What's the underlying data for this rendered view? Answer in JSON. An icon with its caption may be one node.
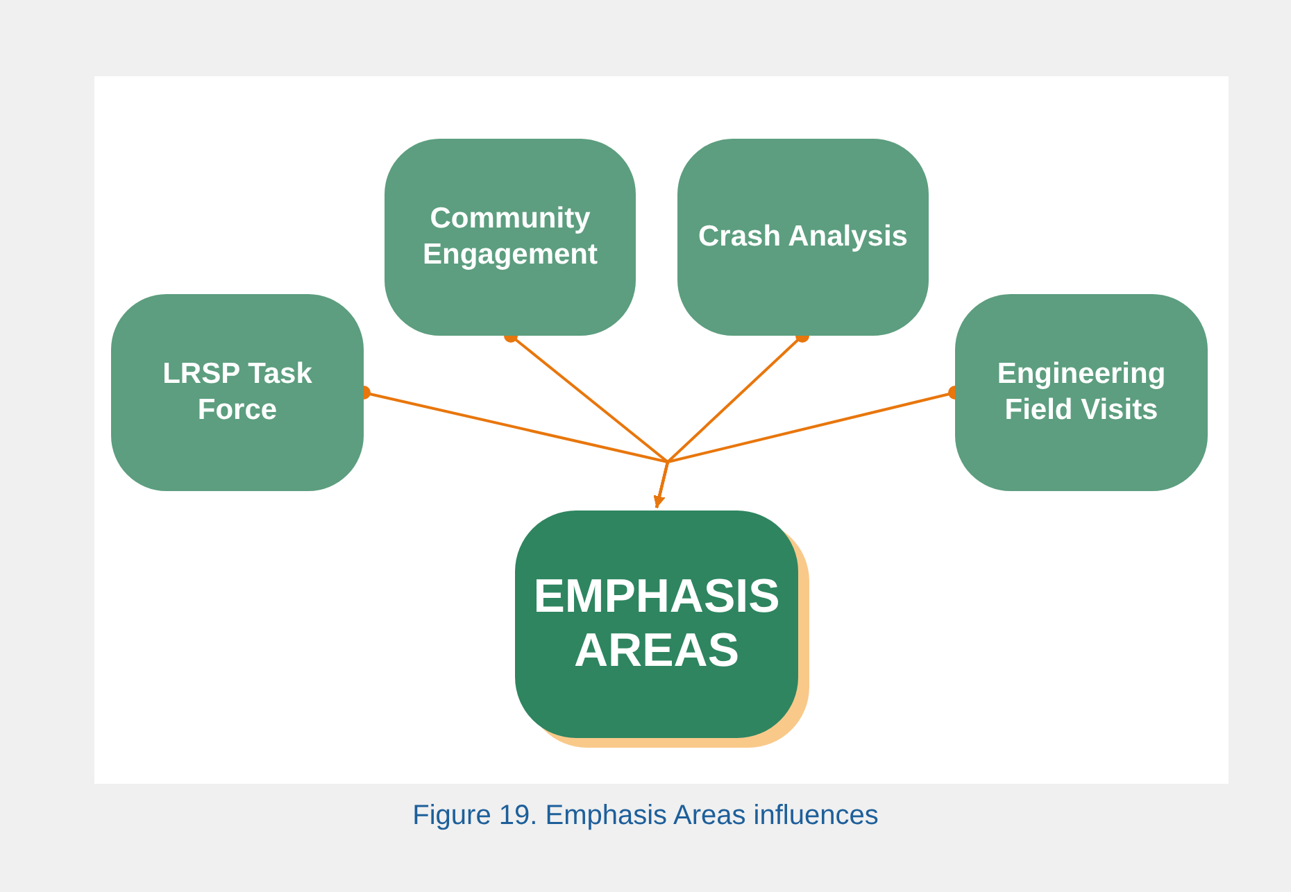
{
  "diagram": {
    "caption": "Figure 19. Emphasis Areas influences",
    "nodes": [
      {
        "text": [
          "LRSP Task Force"
        ]
      },
      {
        "text": [
          "Community Engagement"
        ]
      },
      {
        "text": [
          "Crash Analysis"
        ]
      },
      {
        "text": [
          "Engineering Field Visits"
        ]
      },
      {
        "text": [
          "EMPHASIS AREAS"
        ]
      }
    ],
    "edges": [
      {
        "from": 0,
        "to": 4,
        "arrow": "to"
      },
      {
        "from": 1,
        "to": 4,
        "arrow": "to"
      },
      {
        "from": 2,
        "to": 4,
        "arrow": "to"
      },
      {
        "from": 3,
        "to": 4,
        "arrow": "to"
      }
    ]
  }
}
